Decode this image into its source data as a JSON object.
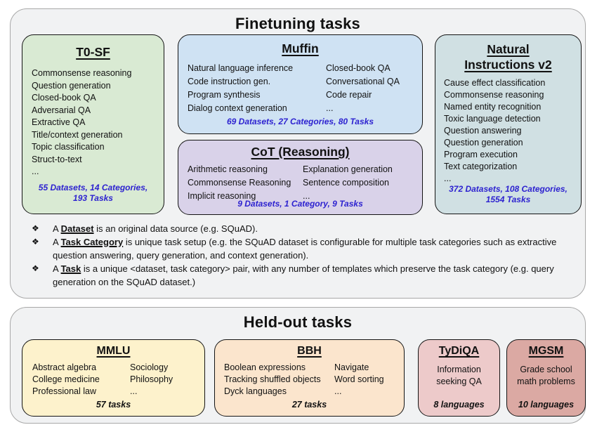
{
  "colors": {
    "panel_bg": "#f1f2f3",
    "panel_border": "#a8a8a8",
    "box_border": "#141414",
    "stats_blue": "#2d22d0",
    "t0sf_bg": "#d9ead3",
    "muffin_bg": "#cfe2f3",
    "cot_bg": "#d9d2e9",
    "niv2_bg": "#d0e0e3",
    "mmlu_bg": "#fdf2cc",
    "bbh_bg": "#fbe5cd",
    "tydiqa_bg": "#edcaca",
    "mgsm_bg": "#dba9a3"
  },
  "finetuning": {
    "title": "Finetuning tasks",
    "boxes": {
      "t0sf": {
        "title": "T0-SF",
        "items": [
          "Commonsense reasoning",
          "Question generation",
          "Closed-book QA",
          "Adversarial QA",
          "Extractive QA",
          "Title/context generation",
          "Topic classification",
          "Struct-to-text",
          "..."
        ],
        "stats": "55 Datasets, 14 Categories,\n193 Tasks"
      },
      "muffin": {
        "title": "Muffin",
        "items_left": [
          "Natural language inference",
          "Code instruction gen.",
          "Program synthesis",
          "Dialog context generation"
        ],
        "items_right": [
          "Closed-book QA",
          "Conversational QA",
          "Code repair",
          "..."
        ],
        "stats": "69 Datasets, 27 Categories, 80 Tasks"
      },
      "cot": {
        "title": "CoT (Reasoning)",
        "items_left": [
          "Arithmetic reasoning",
          "Commonsense Reasoning",
          "Implicit reasoning"
        ],
        "items_right": [
          "Explanation generation",
          "Sentence composition",
          "..."
        ],
        "stats": "9 Datasets, 1 Category, 9 Tasks"
      },
      "niv2": {
        "title": "Natural Instructions v2",
        "items": [
          "Cause effect classification",
          "Commonsense reasoning",
          "Named entity recognition",
          "Toxic language detection",
          "Question answering",
          "Question generation",
          "Program execution",
          "Text categorization",
          "..."
        ],
        "stats": "372 Datasets, 108 Categories,\n1554 Tasks"
      }
    },
    "notes": {
      "bullet_glyph": "❖",
      "items": [
        {
          "lead": "A ",
          "term": "Dataset",
          "rest": " is an original data source (e.g. SQuAD)."
        },
        {
          "lead": "A ",
          "term": "Task Category",
          "rest": " is unique task setup (e.g. the SQuAD dataset is configurable for multiple task categories such as extractive question answering, query generation, and context generation)."
        },
        {
          "lead": "A ",
          "term": "Task",
          "rest": " is a unique <dataset, task category> pair, with any number of templates which preserve the task category (e.g. query generation on the SQuAD dataset.)"
        }
      ]
    }
  },
  "heldout": {
    "title": "Held-out tasks",
    "boxes": {
      "mmlu": {
        "title": "MMLU",
        "items_left": [
          "Abstract algebra",
          "College medicine",
          "Professional law"
        ],
        "items_right": [
          "Sociology",
          "Philosophy",
          "..."
        ],
        "footer": "57 tasks"
      },
      "bbh": {
        "title": "BBH",
        "items_left": [
          "Boolean expressions",
          "Tracking shuffled objects",
          "Dyck languages"
        ],
        "items_right": [
          "Navigate",
          "Word sorting",
          "..."
        ],
        "footer": "27 tasks"
      },
      "tydiqa": {
        "title": "TyDiQA",
        "description": "Information\nseeking QA",
        "footer": "8 languages"
      },
      "mgsm": {
        "title": "MGSM",
        "description": "Grade school\nmath problems",
        "footer": "10 languages"
      }
    }
  }
}
